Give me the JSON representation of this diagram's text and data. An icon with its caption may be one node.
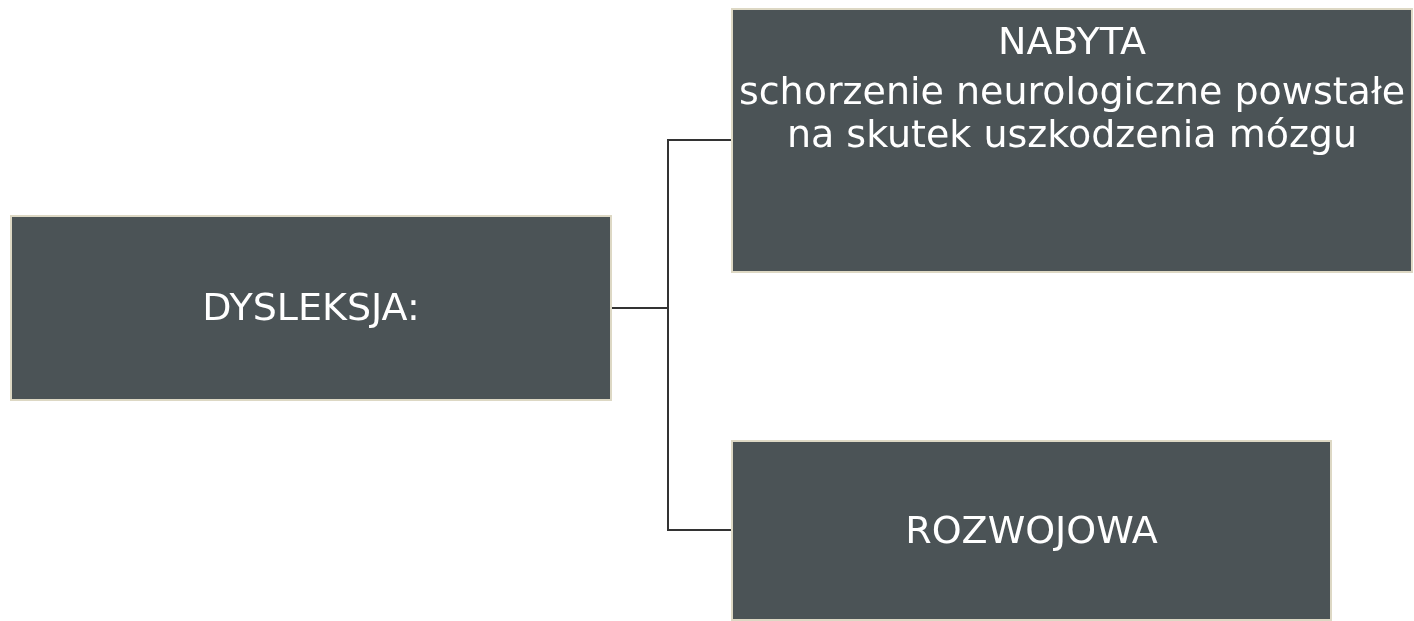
{
  "diagram": {
    "nodes": [
      {
        "text": [
          "DYSLEKSJA:"
        ]
      },
      {
        "text": [
          "NABYTA",
          "schorzenie neurologiczne powstałe na skutek uszkodzenia mózgu"
        ]
      },
      {
        "text": [
          "ROZWOJOWA"
        ]
      }
    ],
    "edges": [
      {
        "from": 0,
        "to": 1,
        "arrow": "none"
      },
      {
        "from": 0,
        "to": 2,
        "arrow": "none"
      }
    ]
  }
}
